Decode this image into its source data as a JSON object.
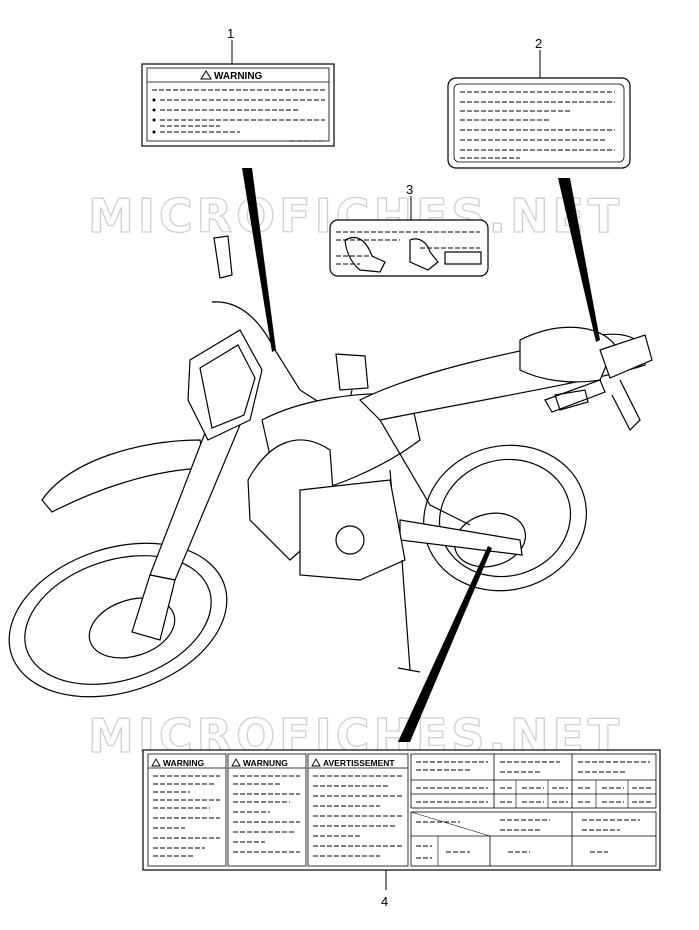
{
  "watermark": "MICROFICHES.NET",
  "callouts": [
    "1",
    "2",
    "3",
    "4"
  ],
  "label1": {
    "heading": "WARNING"
  },
  "label4": {
    "headings": [
      "WARNING",
      "WARNUNG",
      "AVERTISSEMENT"
    ]
  },
  "icons": {
    "warning_triangle": "warning-triangle-icon"
  }
}
